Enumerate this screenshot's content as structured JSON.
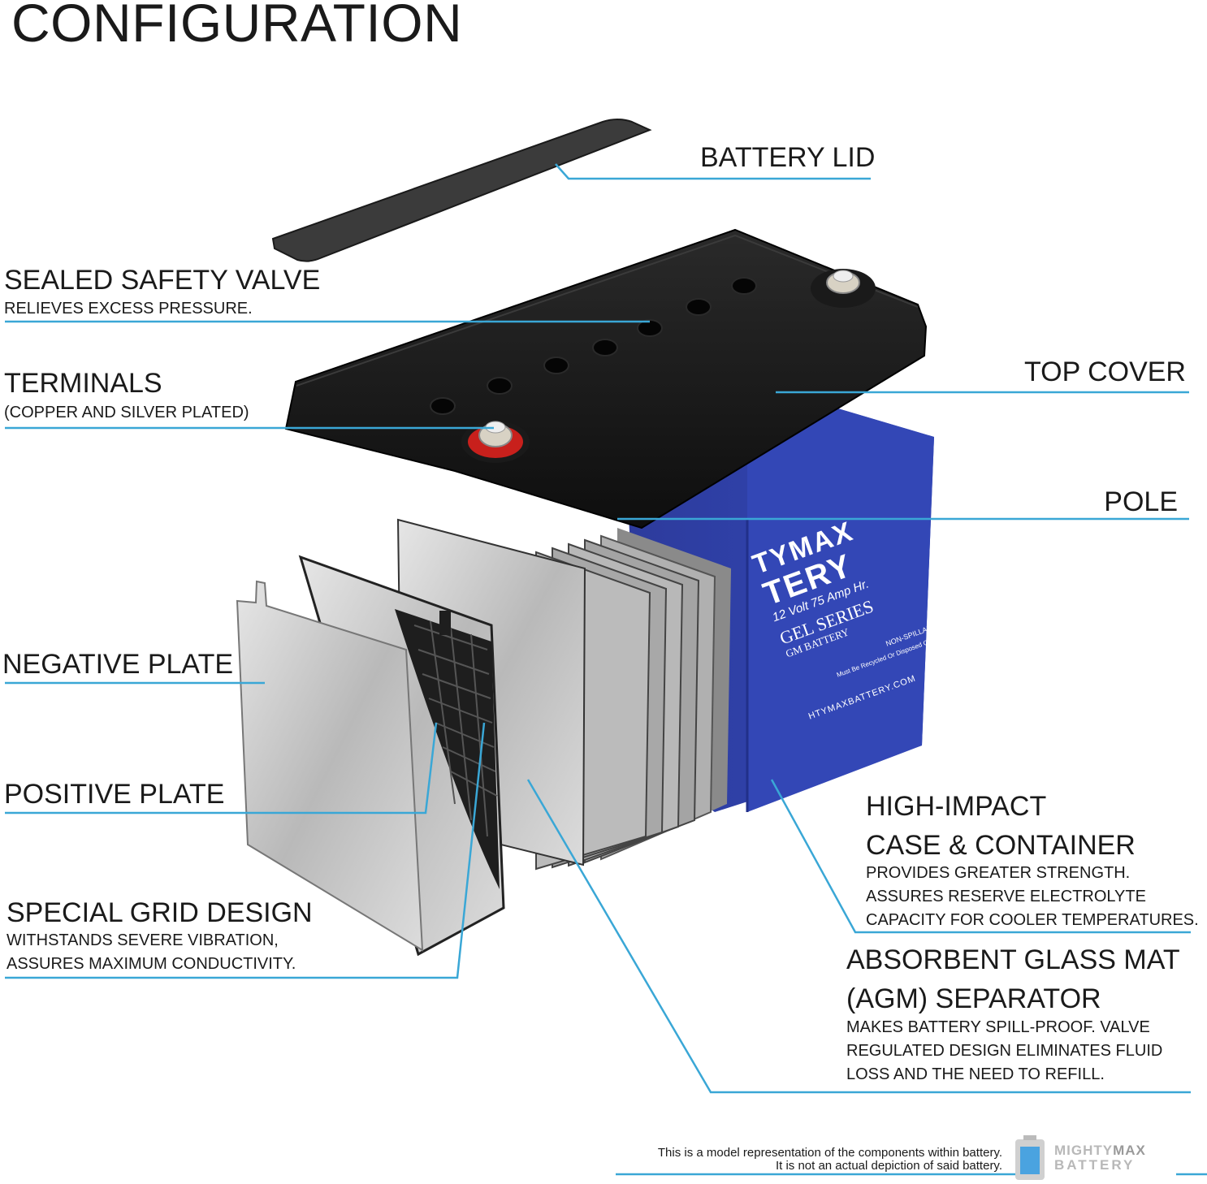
{
  "title": "CONFIGURATION",
  "labels": {
    "battery_lid": "BATTERY LID",
    "sealed_valve": "SEALED SAFETY VALVE",
    "sealed_valve_sub": "RELIEVES EXCESS PRESSURE.",
    "terminals": "TERMINALS",
    "terminals_sub": "(COPPER AND SILVER PLATED)",
    "top_cover": "TOP COVER",
    "pole": "POLE",
    "negative_plate": "NEGATIVE PLATE",
    "positive_plate": "POSITIVE PLATE",
    "grid_design": "SPECIAL GRID DESIGN",
    "grid_design_sub1": "WITHSTANDS SEVERE VIBRATION,",
    "grid_design_sub2": "ASSURES MAXIMUM CONDUCTIVITY.",
    "case_line1": "HIGH-IMPACT",
    "case_line2": "CASE & CONTAINER",
    "case_sub1": "PROVIDES GREATER STRENGTH.",
    "case_sub2": "ASSURES RESERVE ELECTROLYTE",
    "case_sub3": "CAPACITY FOR COOLER TEMPERATURES.",
    "agm_line1": "ABSORBENT GLASS MAT",
    "agm_line2": "(AGM) SEPARATOR",
    "agm_sub1": "MAKES BATTERY SPILL-PROOF. VALVE",
    "agm_sub2": "REGULATED DESIGN ELIMINATES FLUID",
    "agm_sub3": "LOSS AND THE NEED TO REFILL."
  },
  "battery_print": {
    "brand1": "TYMAX",
    "brand2": "TERY",
    "spec": "12 Volt 75 Amp Hr.",
    "series": "GEL SERIES",
    "type": "GM BATTERY",
    "nonspill": "NON-SPILLABLE",
    "recycle": "Must Be Recycled Or Disposed Of Properly",
    "website": "HTYMAXBATTERY.COM"
  },
  "disclaimer": {
    "line1": "This is a model representation of the components within battery.",
    "line2": "It is not an actual depiction of said battery."
  },
  "logo": {
    "word1a": "MIGHTY",
    "word1b": "MAX",
    "word2": "BATTERY"
  },
  "colors": {
    "leader": "#3aa7d6",
    "case_blue": "#2b3fa8",
    "cover_black": "#141414",
    "plate_silver": "#c4c4c4"
  }
}
